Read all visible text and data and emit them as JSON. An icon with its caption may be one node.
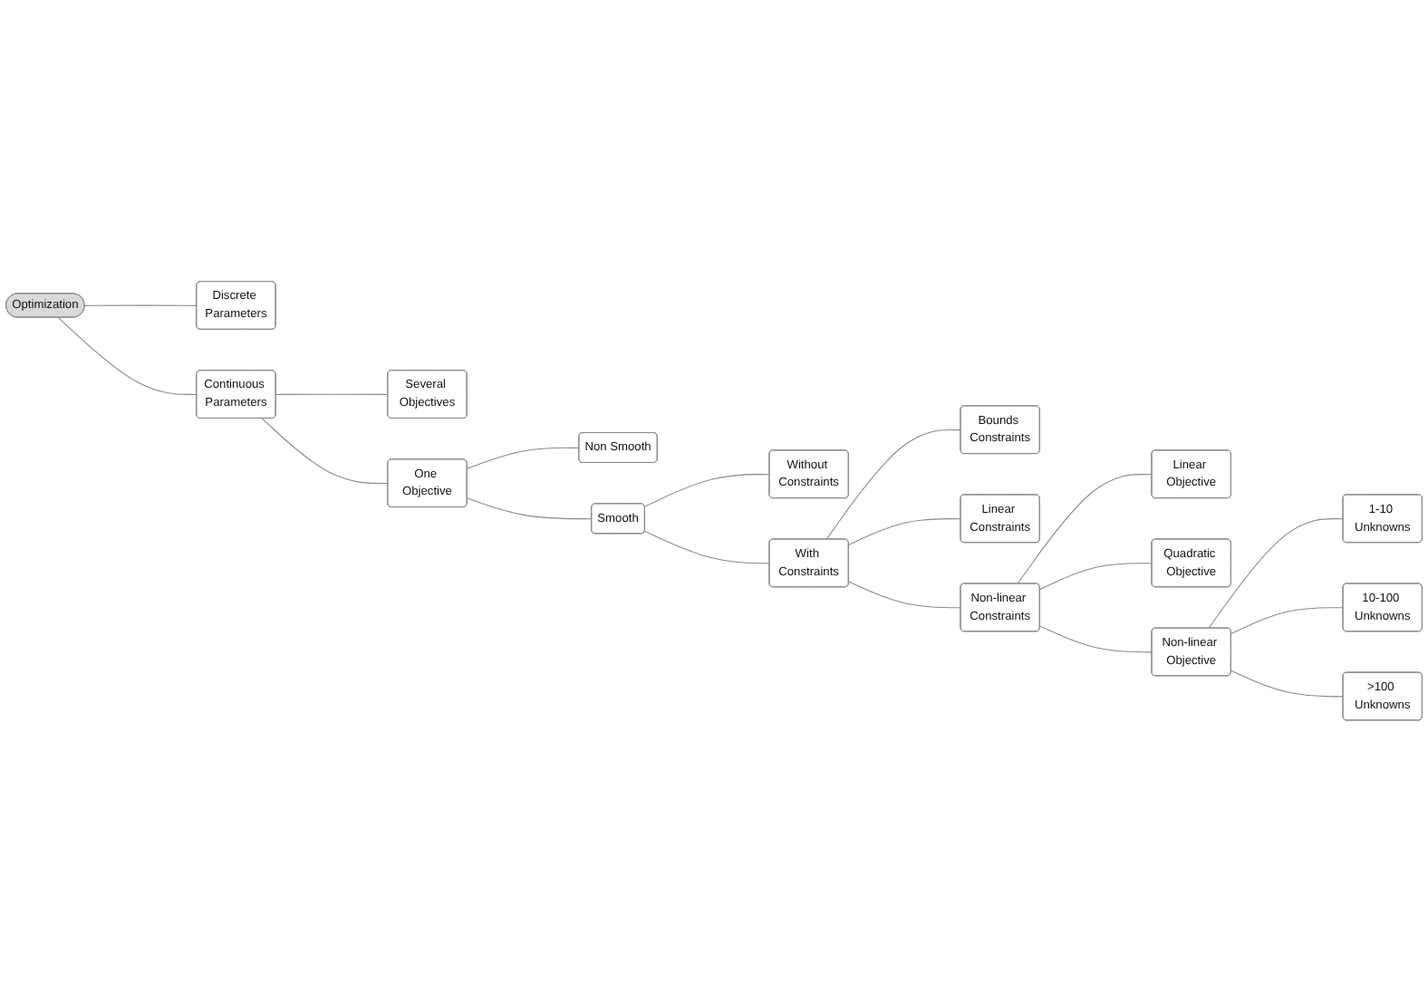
{
  "diagram": {
    "nodes": [
      {
        "text": [
          "Optimization"
        ]
      },
      {
        "text": [
          "Discrete Parameters"
        ]
      },
      {
        "text": [
          "Continuous Parameters"
        ]
      },
      {
        "text": [
          "Several Objectives"
        ]
      },
      {
        "text": [
          "One Objective"
        ]
      },
      {
        "text": [
          "Non Smooth"
        ]
      },
      {
        "text": [
          "Smooth"
        ]
      },
      {
        "text": [
          "Without Constraints"
        ]
      },
      {
        "text": [
          "With Constraints"
        ]
      },
      {
        "text": [
          "Bounds Constraints"
        ]
      },
      {
        "text": [
          "Linear Constraints"
        ]
      },
      {
        "text": [
          "Non-linear Constraints"
        ]
      },
      {
        "text": [
          "Linear Objective"
        ]
      },
      {
        "text": [
          "Quadratic Objective"
        ]
      },
      {
        "text": [
          "Non-linear Objective"
        ]
      },
      {
        "text": [
          "1-10 Unknowns"
        ]
      },
      {
        "text": [
          "10-100 Unknowns"
        ]
      },
      {
        "text": [
          ">100 Unknowns"
        ]
      }
    ],
    "edges": [
      {
        "from": 0,
        "to": 1,
        "arrow": "none"
      },
      {
        "from": 0,
        "to": 2,
        "arrow": "none"
      },
      {
        "from": 2,
        "to": 3,
        "arrow": "none"
      },
      {
        "from": 2,
        "to": 4,
        "arrow": "none"
      },
      {
        "from": 4,
        "to": 5,
        "arrow": "none"
      },
      {
        "from": 4,
        "to": 6,
        "arrow": "none"
      },
      {
        "from": 6,
        "to": 7,
        "arrow": "none"
      },
      {
        "from": 6,
        "to": 8,
        "arrow": "none"
      },
      {
        "from": 8,
        "to": 9,
        "arrow": "none"
      },
      {
        "from": 8,
        "to": 10,
        "arrow": "none"
      },
      {
        "from": 8,
        "to": 11,
        "arrow": "none"
      },
      {
        "from": 11,
        "to": 12,
        "arrow": "none"
      },
      {
        "from": 11,
        "to": 13,
        "arrow": "none"
      },
      {
        "from": 11,
        "to": 14,
        "arrow": "none"
      },
      {
        "from": 14,
        "to": 15,
        "arrow": "none"
      },
      {
        "from": 14,
        "to": 16,
        "arrow": "none"
      },
      {
        "from": 14,
        "to": 17,
        "arrow": "none"
      }
    ]
  }
}
